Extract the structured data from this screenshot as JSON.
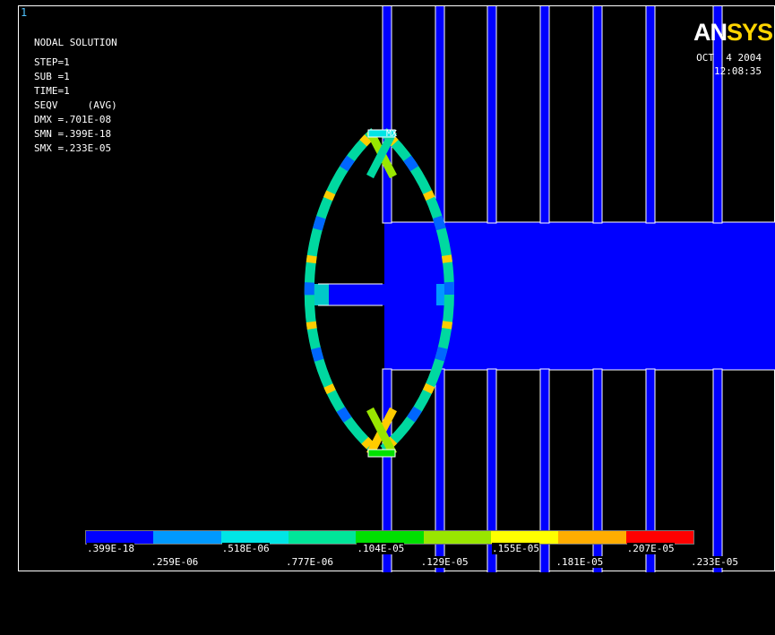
{
  "window_number": "1",
  "info": {
    "title": "NODAL SOLUTION",
    "step": "STEP=1",
    "sub": "SUB =1",
    "time": "TIME=1",
    "seqv": "SEQV     (AVG)",
    "dmx": "DMX =.701E-08",
    "smn": "SMN =.399E-18",
    "smx": "SMX =.233E-05"
  },
  "logo": {
    "part1": "AN",
    "part2": "SYS"
  },
  "date": {
    "date": "OCT  4 2004",
    "time": "12:08:35"
  },
  "max_marker": "MX",
  "legend": {
    "colors": [
      "#0000ff",
      "#0099ff",
      "#00e5e5",
      "#00e599",
      "#00e000",
      "#99e600",
      "#ffff00",
      "#ffad00",
      "#ff0000"
    ],
    "bottom_row": [
      ".399E-18",
      ".518E-06",
      ".104E-05",
      ".155E-05",
      ".207E-05"
    ],
    "top_row": [
      ".259E-06",
      ".777E-06",
      ".129E-05",
      ".181E-05",
      ".233E-05"
    ]
  }
}
